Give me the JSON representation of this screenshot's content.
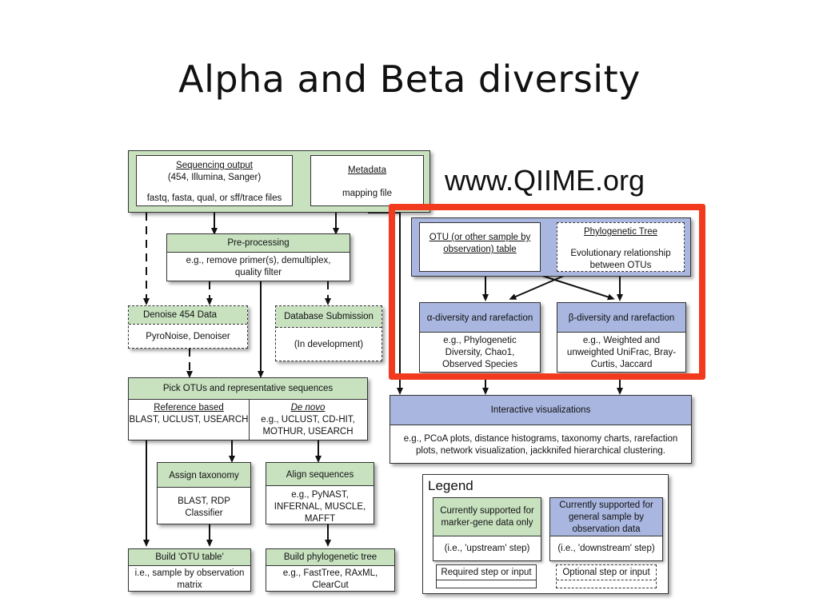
{
  "slide": {
    "title": "Alpha and Beta diversity",
    "url": "www.QIIME.org"
  },
  "diagram": {
    "sequencing_output": {
      "title": "Sequencing output",
      "line1": "(454, Illumina, Sanger)",
      "line2": "fastq, fasta, qual, or sff/trace files"
    },
    "metadata": {
      "title": "Metadata",
      "line1": "mapping file"
    },
    "preprocessing": {
      "title": "Pre-processing",
      "body": "e.g., remove primer(s), demultiplex, quality filter"
    },
    "denoise": {
      "title": "Denoise 454 Data",
      "body": "PyroNoise, Denoiser"
    },
    "database_submission": {
      "title": "Database Submission",
      "body": "(In development)"
    },
    "pick_otus": {
      "title": "Pick OTUs and representative sequences",
      "left_title": "Reference based",
      "left_body": "BLAST, UCLUST, USEARCH",
      "right_title": "De novo",
      "right_body": "e.g., UCLUST, CD-HIT, MOTHUR, USEARCH"
    },
    "assign_taxonomy": {
      "title": "Assign taxonomy",
      "body": "BLAST, RDP Classifier"
    },
    "align_sequences": {
      "title": "Align sequences",
      "body": "e.g., PyNAST, INFERNAL, MUSCLE, MAFFT"
    },
    "build_otu_table": {
      "title": "Build 'OTU table'",
      "body": "i.e., sample by observation matrix"
    },
    "build_tree": {
      "title": "Build phylogenetic tree",
      "body": "e.g., FastTree, RAxML, ClearCut"
    },
    "otu_table_input": {
      "body": "OTU (or other sample by observation) table"
    },
    "phylo_tree_input": {
      "title": "Phylogenetic Tree",
      "body": "Evolutionary relationship between OTUs"
    },
    "alpha": {
      "title": "α-diversity and rarefaction",
      "body": "e.g., Phylogenetic Diversity, Chao1, Observed Species"
    },
    "beta": {
      "title": "β-diversity and rarefaction",
      "body": "e.g., Weighted and unweighted UniFrac, Bray-Curtis, Jaccard"
    },
    "interactive": {
      "title": "Interactive visualizations",
      "body": "e.g., PCoA plots, distance histograms, taxonomy charts, rarefaction plots, network visualization, jackknifed hierarchical clustering."
    },
    "legend": {
      "title": "Legend",
      "marker_gene": "Currently supported for marker-gene data only",
      "marker_gene_note": "(i.e., 'upstream' step)",
      "general": "Currently supported for general sample by observation data",
      "general_note": "(i.e., 'downstream' step)",
      "required": "Required step or input",
      "optional": "Optional step or input"
    }
  },
  "colors": {
    "upstream_green": "#c8e2c0",
    "downstream_blue": "#a9b6df",
    "highlight_red": "#f23a1f"
  }
}
